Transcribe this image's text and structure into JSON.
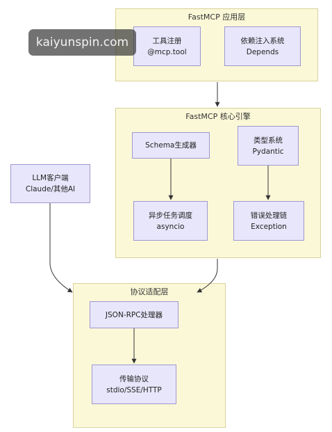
{
  "clusters": {
    "app": {
      "title": "FastMCP 应用层"
    },
    "core": {
      "title": "FastMCP 核心引擎"
    },
    "protocol": {
      "title": "协议适配层"
    }
  },
  "nodes": {
    "tool_reg": {
      "line1": "工具注册",
      "line2": "@mcp.tool"
    },
    "dep_inject": {
      "line1": "依赖注入系统",
      "line2": "Depends"
    },
    "schema_gen": {
      "line1": "Schema生成器"
    },
    "type_sys": {
      "line1": "类型系统",
      "line2": "Pydantic"
    },
    "async_sched": {
      "line1": "异步任务调度",
      "line2": "asyncio"
    },
    "err_chain": {
      "line1": "错误处理链",
      "line2": "Exception"
    },
    "llm_client": {
      "line1": "LLM客户端",
      "line2": "Claude/其他AI"
    },
    "jsonrpc": {
      "line1": "JSON-RPC处理器"
    },
    "transport": {
      "line1": "传输协议",
      "line2": "stdio/SSE/HTTP"
    }
  },
  "watermark": "kaiyunspin.com",
  "colors": {
    "cluster_fill": "#fbf8d8",
    "cluster_border": "#d8d29a",
    "node_fill": "#e8e6fa",
    "node_border": "#9d97d0",
    "edge": "#333333"
  }
}
